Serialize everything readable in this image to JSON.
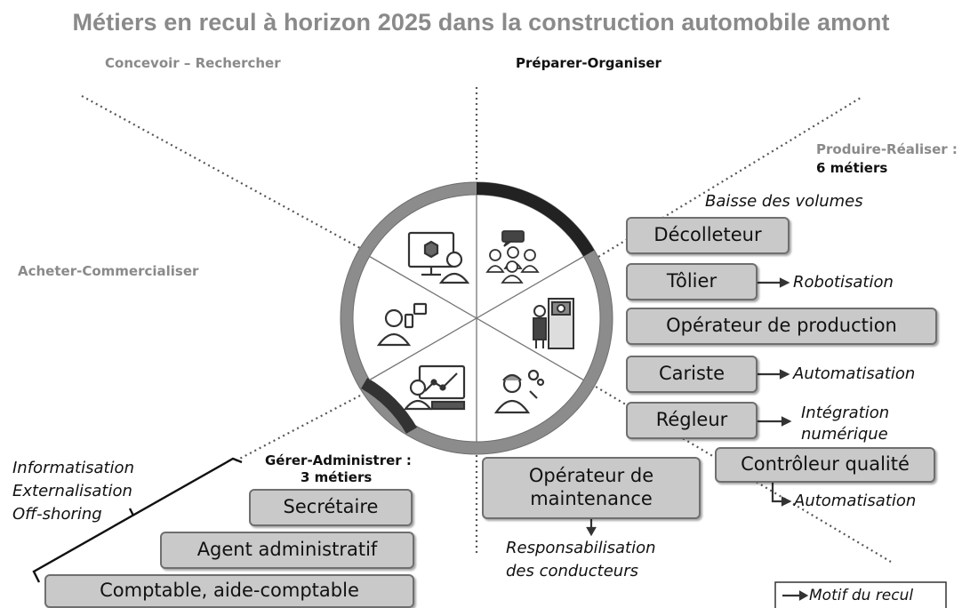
{
  "title": "Métiers en recul à horizon 2025 dans la construction automobile amont",
  "categories": {
    "concevoir": "Concevoir – Rechercher",
    "preparer": "Préparer-Organiser",
    "produire_line1": "Produire-Réaliser :",
    "produire_line2": "6 métiers",
    "acheter": "Acheter-Commercialiser",
    "gerer_line1": "Gérer-Administrer :",
    "gerer_line2": "3 métiers"
  },
  "produire_jobs": {
    "decolleteur": "Décolleteur",
    "tolier": "Tôlier",
    "operateur_production": "Opérateur de production",
    "cariste": "Cariste",
    "regleur": "Régleur",
    "controleur": "Contrôleur qualité",
    "maintenance_line1": "Opérateur de",
    "maintenance_line2": "maintenance"
  },
  "gerer_jobs": {
    "secretaire": "Secrétaire",
    "agent": "Agent administratif",
    "comptable": "Comptable, aide-comptable"
  },
  "reasons": {
    "baisse": "Baisse des volumes",
    "robotisation": "Robotisation",
    "automatisation_cariste": "Automatisation",
    "integration_line1": "Intégration",
    "integration_line2": "numérique",
    "automatisation_controleur": "Automatisation",
    "responsabilisation_line1": "Responsabilisation",
    "responsabilisation_line2": "des conducteurs",
    "gerer_1": "Informatisation",
    "gerer_2": "Externalisation",
    "gerer_3": "Off-shoring"
  },
  "legend": "Motif du recul",
  "colors": {
    "title": "#8a8a8a",
    "box_fill": "#c9c9c9",
    "box_border": "#6f6f6f",
    "ring": "#8c8c8c",
    "ring_dark": "#222222"
  }
}
